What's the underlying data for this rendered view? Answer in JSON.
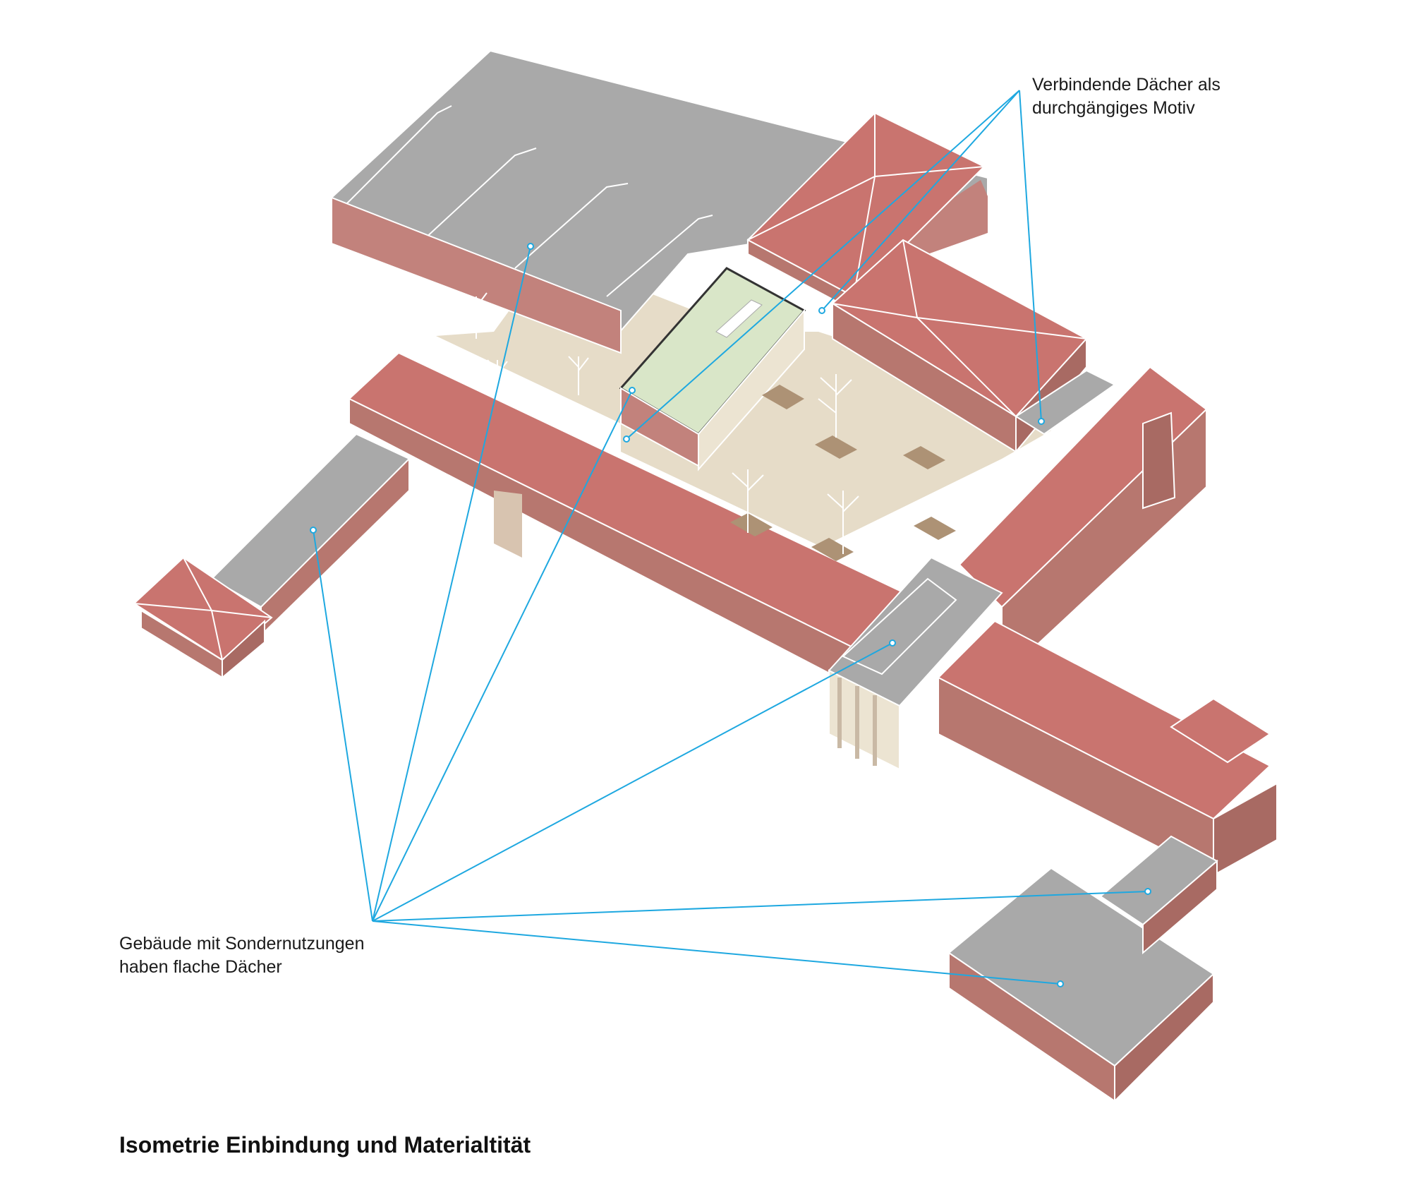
{
  "title": "Isometrie Einbindung und Materialtität",
  "annotations": {
    "top": {
      "line1": "Verbindende Dächer als",
      "line2": "durchgängiges Motiv"
    },
    "left": {
      "line1": "Gebäude mit Sondernutzungen",
      "line2": "haben flache Dächer"
    }
  },
  "colors": {
    "pitched_roof": "#c9746f",
    "facade": "#b7776f",
    "flat_roof": "#a9a9a9",
    "flat_roof_wall": "#c2827c",
    "courtyard": "#e6dcc8",
    "green_roof": "#d9e6c8",
    "planter": "#ad9275",
    "leader_line": "#1ea8e0",
    "text": "#1a1a1a"
  }
}
